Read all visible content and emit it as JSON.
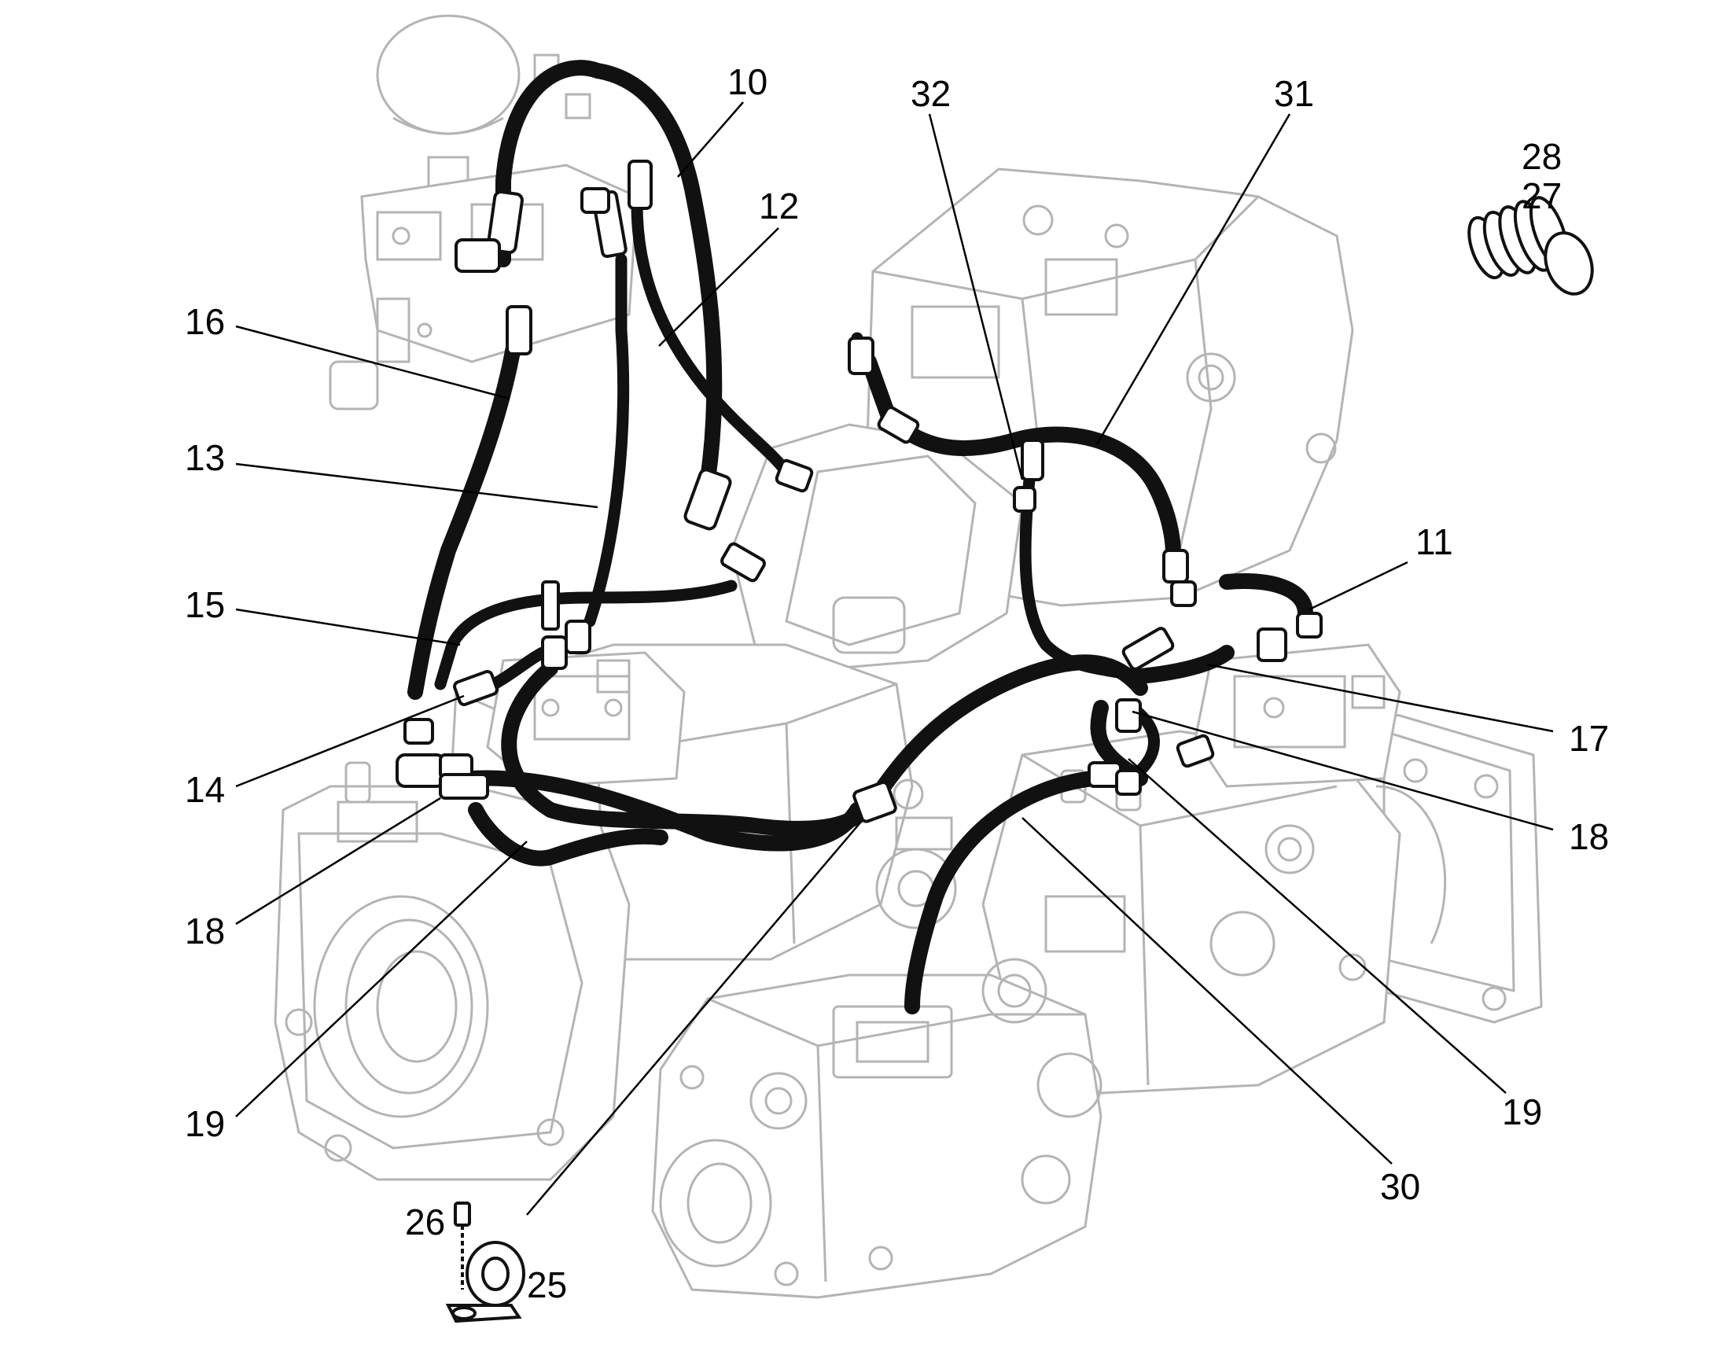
{
  "callouts": [
    {
      "id": "c10",
      "text": "10"
    },
    {
      "id": "c12",
      "text": "12"
    },
    {
      "id": "c13",
      "text": "13"
    },
    {
      "id": "c16",
      "text": "16"
    },
    {
      "id": "c15",
      "text": "15"
    },
    {
      "id": "c14",
      "text": "14"
    },
    {
      "id": "c18a",
      "text": "18"
    },
    {
      "id": "c19a",
      "text": "19"
    },
    {
      "id": "c26",
      "text": "26"
    },
    {
      "id": "c25",
      "text": "25"
    },
    {
      "id": "c32",
      "text": "32"
    },
    {
      "id": "c31",
      "text": "31"
    },
    {
      "id": "c28",
      "text": "28"
    },
    {
      "id": "c27",
      "text": "27"
    },
    {
      "id": "c11",
      "text": "11"
    },
    {
      "id": "c17",
      "text": "17"
    },
    {
      "id": "c18b",
      "text": "18"
    },
    {
      "id": "c19b",
      "text": "19"
    },
    {
      "id": "c30",
      "text": "30"
    }
  ],
  "colors": {
    "hose": "#111111",
    "assembly_outline": "#b4b4b4",
    "background": "#ffffff"
  }
}
